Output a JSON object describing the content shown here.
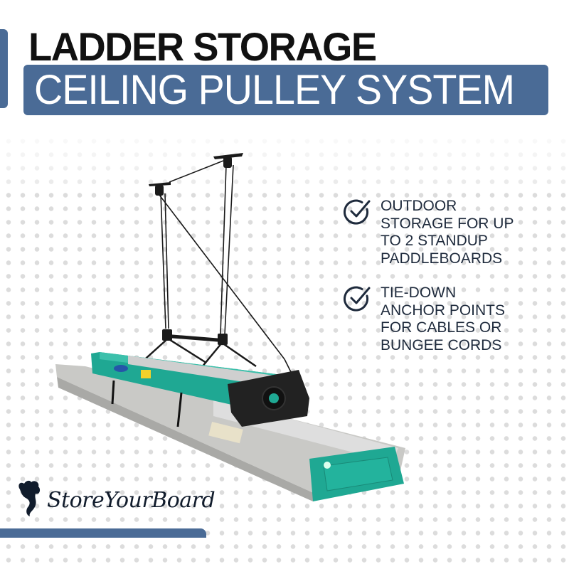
{
  "header": {
    "title_line1": "LADDER STORAGE",
    "title_line2": "CEILING PULLEY SYSTEM"
  },
  "features": [
    {
      "icon": "check-circle-icon",
      "lines": [
        "OUTDOOR",
        "STORAGE FOR UP",
        "TO 2 STANDUP",
        "PADDLEBOARDS"
      ]
    },
    {
      "icon": "check-circle-icon",
      "lines": [
        "TIE-DOWN",
        "ANCHOR POINTS",
        "FOR CABLES OR",
        "BUNGEE CORDS"
      ]
    }
  ],
  "brand": {
    "name": "StoreYourBoard",
    "logo_icon": "seahorse-logo-icon"
  },
  "product_image": {
    "description": "Ceiling pulley system holding a green fiberglass ladder stacked on an aluminum ladder"
  },
  "colors": {
    "accent_blue": "#4a6b96",
    "title_black": "#111111",
    "text_navy": "#1e2a3c",
    "ladder_green": "#1fa893",
    "dot_grey": "#dcdcdc"
  }
}
